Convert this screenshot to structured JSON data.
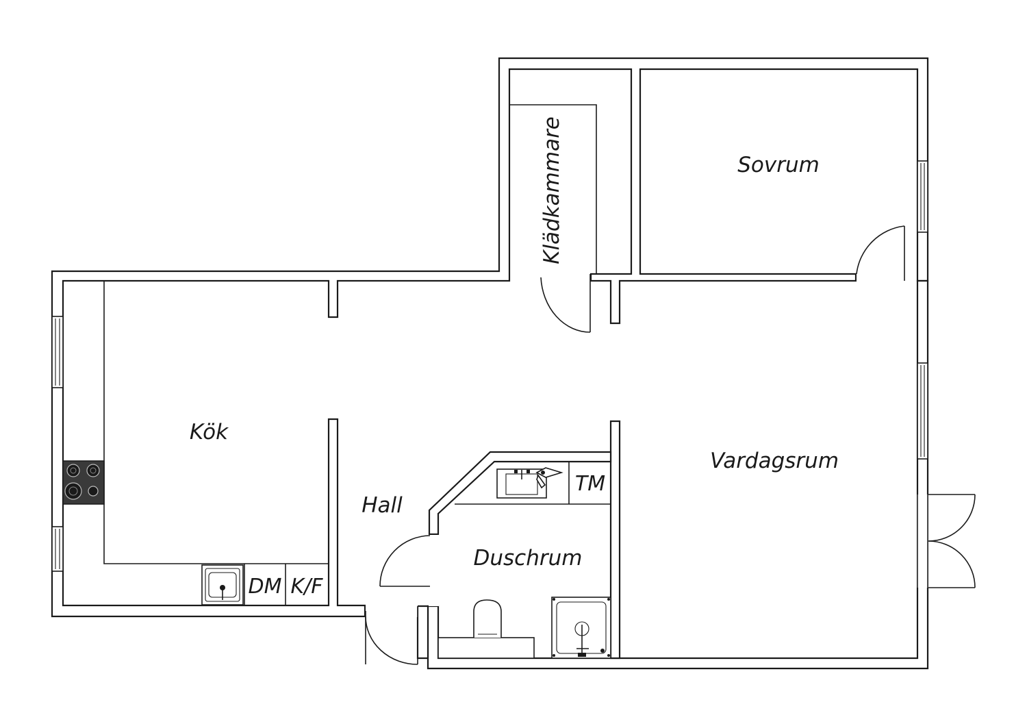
{
  "rooms": {
    "sovrum": "Sovrum",
    "kladkammare": "Klädkammare",
    "kok": "Kök",
    "hall": "Hall",
    "duschrum": "Duschrum",
    "vardagsrum": "Vardagsrum"
  },
  "fixtures": {
    "dishwasher": "DM",
    "fridge_freezer": "K/F",
    "washing_machine": "TM"
  }
}
